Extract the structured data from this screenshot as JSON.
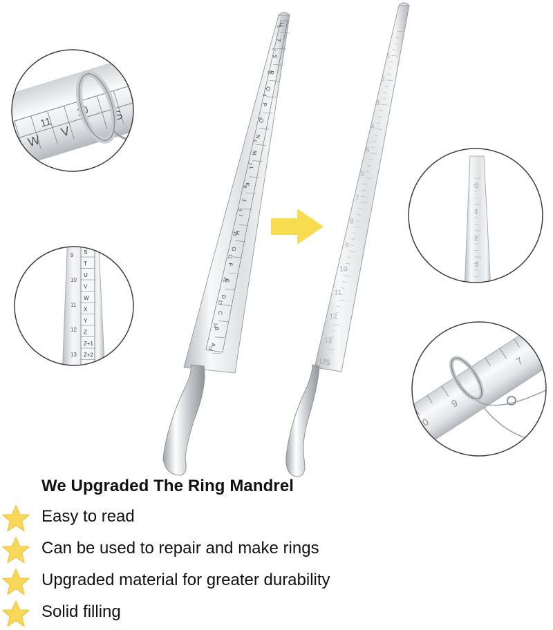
{
  "heading": "We Upgraded The Ring Mandrel",
  "features": [
    {
      "icon": "star-icon",
      "label": "Easy to read"
    },
    {
      "icon": "star-icon",
      "label": "Can be used to repair and make rings"
    },
    {
      "icon": "star-icon",
      "label": "Upgraded material for greater durability"
    },
    {
      "icon": "star-icon",
      "label": "Solid filling"
    }
  ],
  "mandrel_old": {
    "letters": [
      "U",
      "T",
      "S",
      "R",
      "Q",
      "P",
      "O",
      "N",
      "M",
      "L",
      "K",
      "J",
      "I",
      "H",
      "G",
      "F",
      "E",
      "D",
      "C",
      "B",
      "A"
    ],
    "numbers": [
      "15",
      "14",
      "13",
      "12",
      "11",
      "10",
      "9",
      "8",
      "7",
      "6",
      "5",
      "4",
      "3",
      "2",
      "1"
    ]
  },
  "mandrel_new": {
    "numbers": [
      "1",
      "2",
      "3",
      "4",
      "5",
      "6",
      "7",
      "8",
      "9",
      "10",
      "11",
      "12",
      "13"
    ],
    "unit": "US"
  },
  "zoom_right_top": {
    "numbers": [
      "0",
      "1",
      "2",
      "3"
    ]
  },
  "zoom_left_bottom": {
    "letters": [
      "S",
      "T",
      "U",
      "V",
      "W",
      "X",
      "Y",
      "Z",
      "Z+1",
      "Z+2"
    ],
    "numbers": [
      "9",
      "10",
      "11",
      "12",
      "13"
    ]
  },
  "colors": {
    "arrow": "#f6dc4e",
    "star": "#f7d85a",
    "steel_light": "#f2f3f5",
    "steel_dark": "#9aa0a6"
  }
}
